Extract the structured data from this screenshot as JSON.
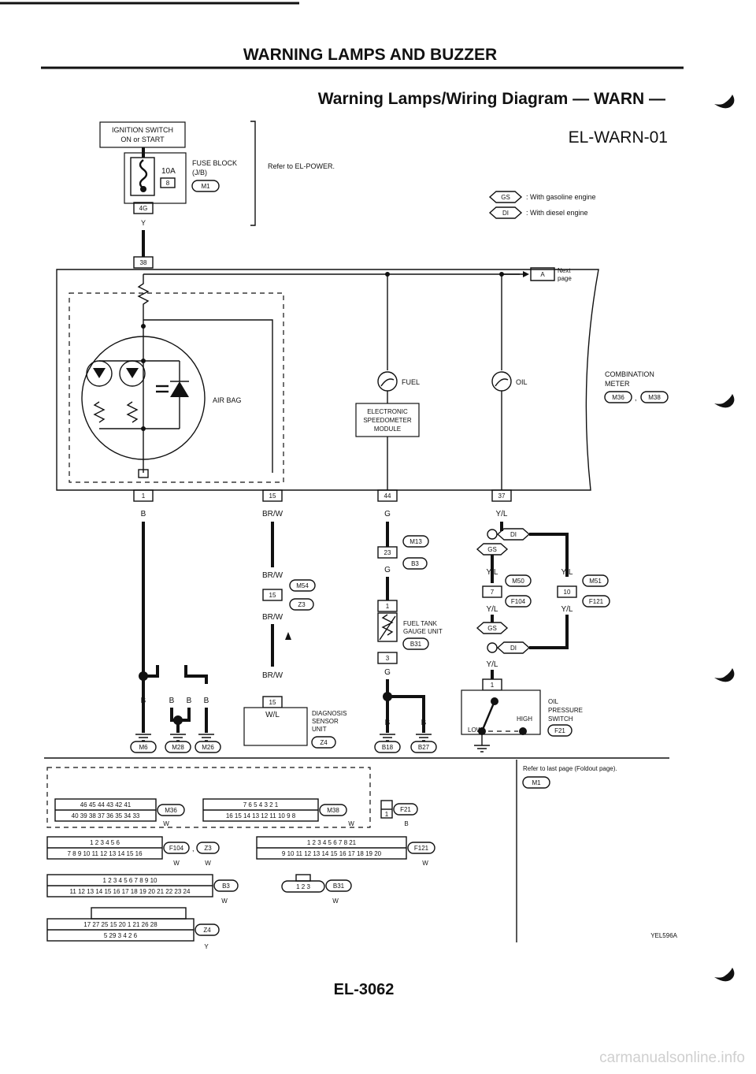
{
  "header": {
    "section_title": "WARNING LAMPS AND BUZZER",
    "diagram_title": "Warning Lamps/Wiring Diagram — WARN —",
    "diagram_code": "EL-WARN-01"
  },
  "power": {
    "ignition_label_1": "IGNITION SWITCH",
    "ignition_label_2": "ON or START",
    "fuse_amp": "10A",
    "fuse_no": "8",
    "fuse_block_1": "FUSE BLOCK",
    "fuse_block_2": "(J/B)",
    "fuse_conn": "M1",
    "fuse_term": "4G",
    "fuse_wire": "Y",
    "power_ref": "Refer to EL-POWER."
  },
  "legend": [
    {
      "code": "GS",
      "text": ": With gasoline engine"
    },
    {
      "code": "DI",
      "text": ": With diesel engine"
    }
  ],
  "meter": {
    "term_in": "38",
    "next_ref": "A",
    "next_label_1": "Next",
    "next_label_2": "page",
    "label_1": "COMBINATION",
    "label_2": "METER",
    "conn_1": "M36",
    "conn_2": "M38",
    "airbag_label": "AIR BAG",
    "fuel_label": "FUEL",
    "oil_label": "OIL",
    "module_1": "ELECTRONIC",
    "module_2": "SPEEDOMETER",
    "module_3": "MODULE",
    "terminals": [
      "1",
      "15",
      "44",
      "37"
    ]
  },
  "wires": {
    "b": "B",
    "brw": "BR/W",
    "g": "G",
    "yl": "Y/L",
    "wl": "W/L"
  },
  "connectors": {
    "m13": "M13",
    "t23": "23",
    "b3": "B3",
    "m54": "M54",
    "t15": "15",
    "z3": "Z3",
    "t1": "1",
    "t3": "3",
    "b31": "B31",
    "di": "DI",
    "gs": "GS",
    "m50": "M50",
    "m51": "M51",
    "t7": "7",
    "t10": "10",
    "f104": "F104",
    "f121": "F121",
    "m6": "M6",
    "m28": "M28",
    "m26": "M26",
    "z4": "Z4",
    "b18": "B18",
    "b27": "B27",
    "f21": "F21"
  },
  "components": {
    "fuel_tank_1": "FUEL TANK",
    "fuel_tank_2": "GAUGE UNIT",
    "diag_1": "DIAGNOSIS",
    "diag_2": "SENSOR",
    "diag_3": "UNIT",
    "oil_1": "OIL",
    "oil_2": "PRESSURE",
    "oil_3": "SWITCH",
    "high": "HIGH",
    "low": "LOW"
  },
  "connector_views": {
    "m36_top": "46 45 44 43 42 41",
    "m36_bot": "40 39 38 37 36 35 34 33",
    "m36_code": "M36",
    "m36_color": "W",
    "m38_top": "7 6 5 4 3 2 1",
    "m38_bot": "16 15 14 13 12 11 10 9 8",
    "m38_code": "M38",
    "m38_color": "W",
    "f21_pin": "1",
    "f21_code": "F21",
    "f21_color": "B",
    "f104_top": "1 2 3 4 5 6",
    "f104_bot": "7 8 9 10 11 12 13 14 15 16",
    "f104_code": "F104",
    "z3_code": "Z3",
    "w1": "W",
    "w2": "W",
    "f121_top": "1 2 3 4 5 6 7 8 21",
    "f121_bot": "9 10 11 12 13 14 15 16 17 18 19 20",
    "f121_code": "F121",
    "f121_color": "W",
    "b3_top": "1 2 3 4 5 6 7 8 9 10",
    "b3_bot": "11 12 13 14 15 16 17 18 19 20 21 22 23 24",
    "b3_code": "B3",
    "b3_color": "W",
    "b31_pins": "1 2 3",
    "b31_code": "B31",
    "b31_color": "W",
    "z4_top": "17 27 25 15 20 1 21 26 28",
    "z4_bot": "5 29 3 4 2 6",
    "z4_code": "Z4",
    "z4_color": "Y"
  },
  "side_note": {
    "text": "Refer to last page (Foldout page).",
    "conn": "M1"
  },
  "footer": {
    "figure_id": "YEL596A",
    "page_no": "EL-3062",
    "watermark": "carmanualsonline.info"
  }
}
